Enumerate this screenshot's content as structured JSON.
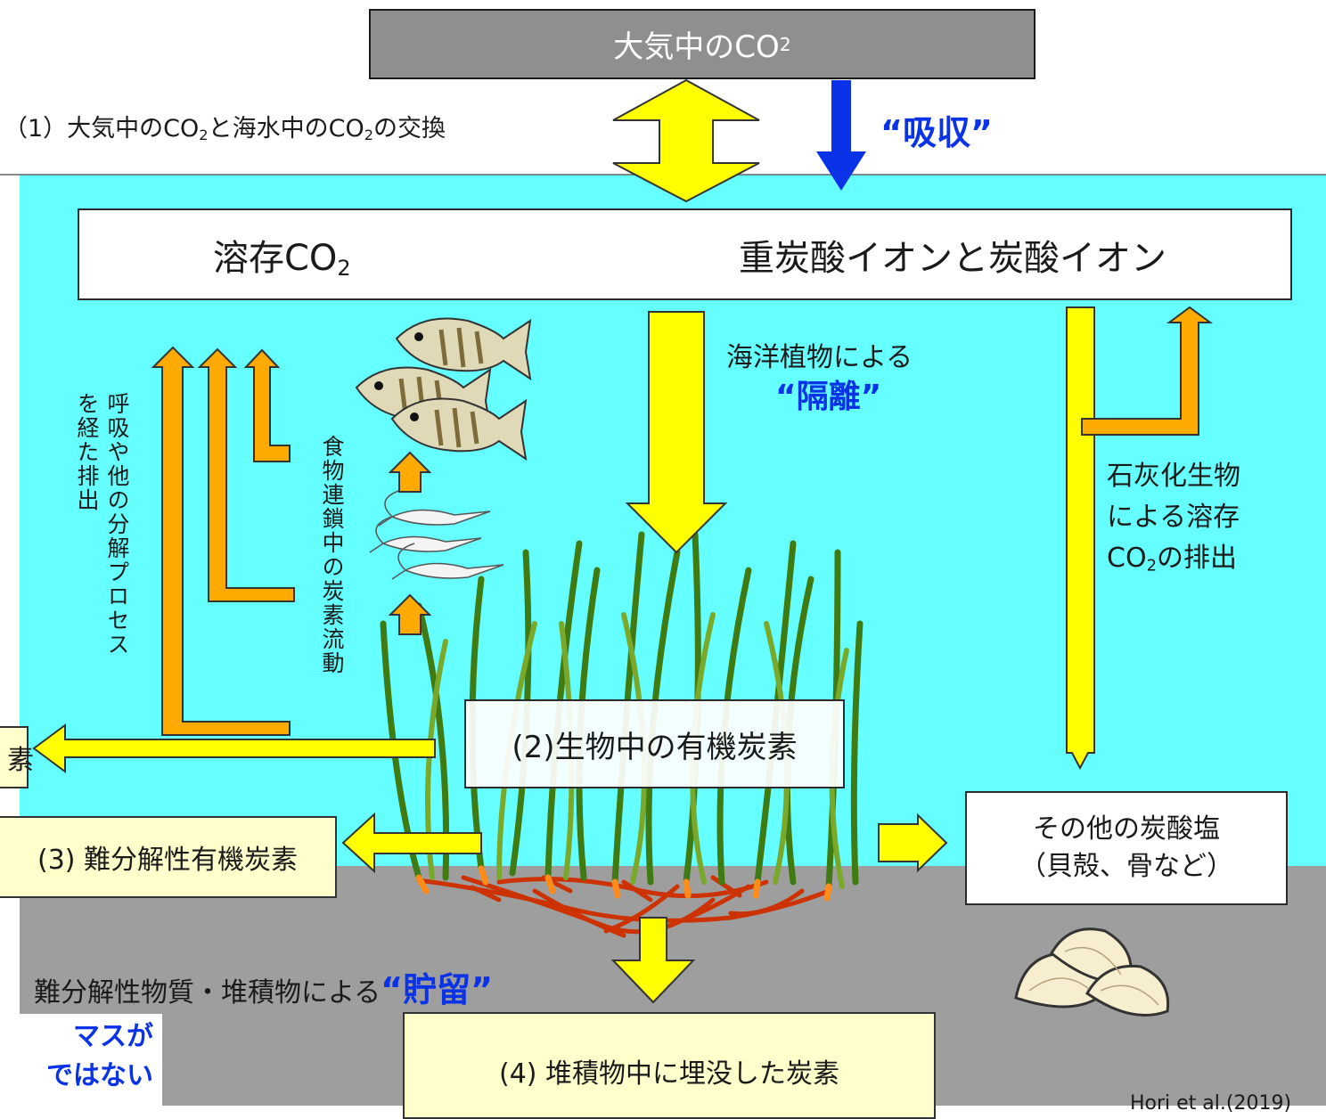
{
  "atmosphere": {
    "label": "大気中のCO",
    "sub": "2"
  },
  "exchange": {
    "l1": "（1）大気中のCO",
    "s1": "2",
    "l2": "と海水中のCO",
    "s2": "2",
    "l3": "の交換"
  },
  "absorption": {
    "label": "“吸収”"
  },
  "equilibrium": {
    "dissolved": "溶存CO",
    "dissolved_sub": "2",
    "ions": "重炭酸イオンと炭酸イオン"
  },
  "sequestration": {
    "line1": "海洋植物による",
    "line2": "“隔離”"
  },
  "calcifier": {
    "line1": "石灰化生物",
    "line2": "による溶存",
    "line3_pre": "CO",
    "line3_sub": "2",
    "line3_post": "の排出"
  },
  "respiration": {
    "line1": "呼吸や他の分解プロセス",
    "line2": "を経た排出"
  },
  "food_chain": {
    "label": "食物連鎖中の炭素流動"
  },
  "organic_carbon": {
    "label": "(2)生物中の有機炭素"
  },
  "left_cut_box": {
    "label": "素"
  },
  "refractory": {
    "label": "(3) 難分解性有機炭素"
  },
  "carbonate": {
    "line1": "その他の炭酸塩",
    "line2": "（貝殻、骨など）"
  },
  "storage": {
    "prefix": "難分解性物質・堆積物による",
    "emph": "“貯留”"
  },
  "buried": {
    "label": "(4) 堆積物中に埋没した炭素"
  },
  "cut_note": {
    "line1": "マスが",
    "line2": "ではない"
  },
  "citation": {
    "label": "Hori et al.(2019)"
  },
  "colors": {
    "sea": "#66ffff",
    "sediment": "#9e9e9e",
    "atmos_box": "#8f8f8f",
    "yellow_arrow": "#ffff00",
    "orange_arrow": "#ffaa00",
    "blue": "#0a32e6",
    "seagrass": "#4e8a1f",
    "roots": "#cc3300"
  }
}
